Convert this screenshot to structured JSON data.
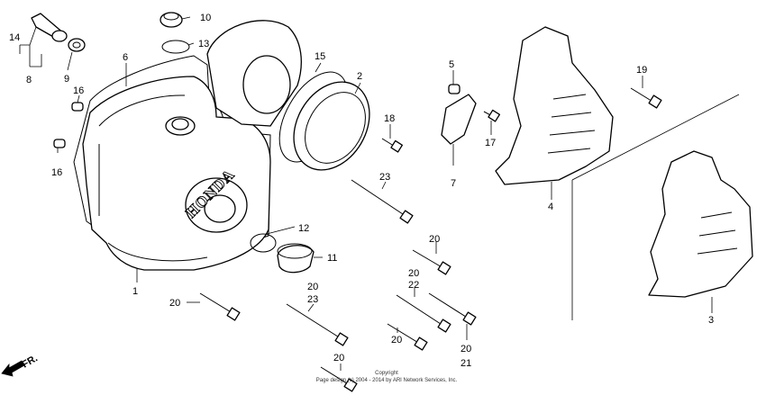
{
  "diagram": {
    "callouts": [
      {
        "id": "1",
        "text": "1"
      },
      {
        "id": "2",
        "text": "2"
      },
      {
        "id": "3",
        "text": "3"
      },
      {
        "id": "4",
        "text": "4"
      },
      {
        "id": "5",
        "text": "5"
      },
      {
        "id": "6",
        "text": "6"
      },
      {
        "id": "7",
        "text": "7"
      },
      {
        "id": "8",
        "text": "8"
      },
      {
        "id": "9",
        "text": "9"
      },
      {
        "id": "10",
        "text": "10"
      },
      {
        "id": "11",
        "text": "11"
      },
      {
        "id": "12",
        "text": "12"
      },
      {
        "id": "13",
        "text": "13"
      },
      {
        "id": "14",
        "text": "14"
      },
      {
        "id": "15",
        "text": "15"
      },
      {
        "id": "16a",
        "text": "16"
      },
      {
        "id": "16b",
        "text": "16"
      },
      {
        "id": "17",
        "text": "17"
      },
      {
        "id": "18",
        "text": "18"
      },
      {
        "id": "19",
        "text": "19"
      },
      {
        "id": "20a",
        "text": "20"
      },
      {
        "id": "20b",
        "text": "20"
      },
      {
        "id": "20c",
        "text": "20"
      },
      {
        "id": "20d",
        "text": "20"
      },
      {
        "id": "20e",
        "text": "20"
      },
      {
        "id": "20f",
        "text": "20"
      },
      {
        "id": "20g",
        "text": "20"
      },
      {
        "id": "21",
        "text": "21"
      },
      {
        "id": "22",
        "text": "22"
      },
      {
        "id": "23a",
        "text": "23"
      },
      {
        "id": "23b",
        "text": "23"
      }
    ],
    "brand_text": "HONDA",
    "direction_label": "FR."
  },
  "footer": {
    "copyright_line1": "Copyright",
    "copyright_line2": "Page design (c) 2004 - 2014 by ARI Network Services, Inc."
  }
}
